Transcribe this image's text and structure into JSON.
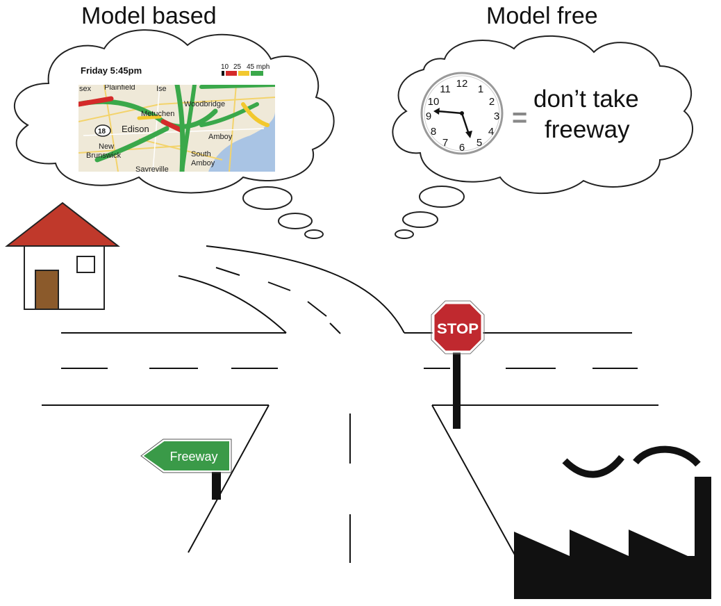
{
  "titles": {
    "left": "Model based",
    "right": "Model free"
  },
  "left_bubble": {
    "map_header": "Friday 5:45pm",
    "legend_numbers": [
      "10",
      "25",
      "45 mph"
    ],
    "legend_colors": [
      "#d42a2a",
      "#f2c82e",
      "#3aa84a"
    ],
    "map_labels": [
      "sex",
      "Plainfield",
      "Ise",
      "Metuchen",
      "Woodbridge",
      "Edison",
      "18",
      "New",
      "Brunswick",
      "Amboy",
      "South",
      "Amboy",
      "Sayreville"
    ]
  },
  "right_bubble": {
    "clock_numbers": [
      "12",
      "1",
      "2",
      "3",
      "4",
      "5",
      "6",
      "7",
      "8",
      "9",
      "10",
      "11"
    ],
    "equals": "=",
    "thought_line1": "don’t take",
    "thought_line2": "freeway"
  },
  "signs": {
    "stop": "STOP",
    "freeway": "Freeway"
  },
  "colors": {
    "roof": "#c0392b",
    "door": "#8b5a2b",
    "stop_sign": "#c0292f",
    "freeway_sign": "#3a9a48",
    "water": "#a9c4e4",
    "land": "#efe9d8"
  }
}
